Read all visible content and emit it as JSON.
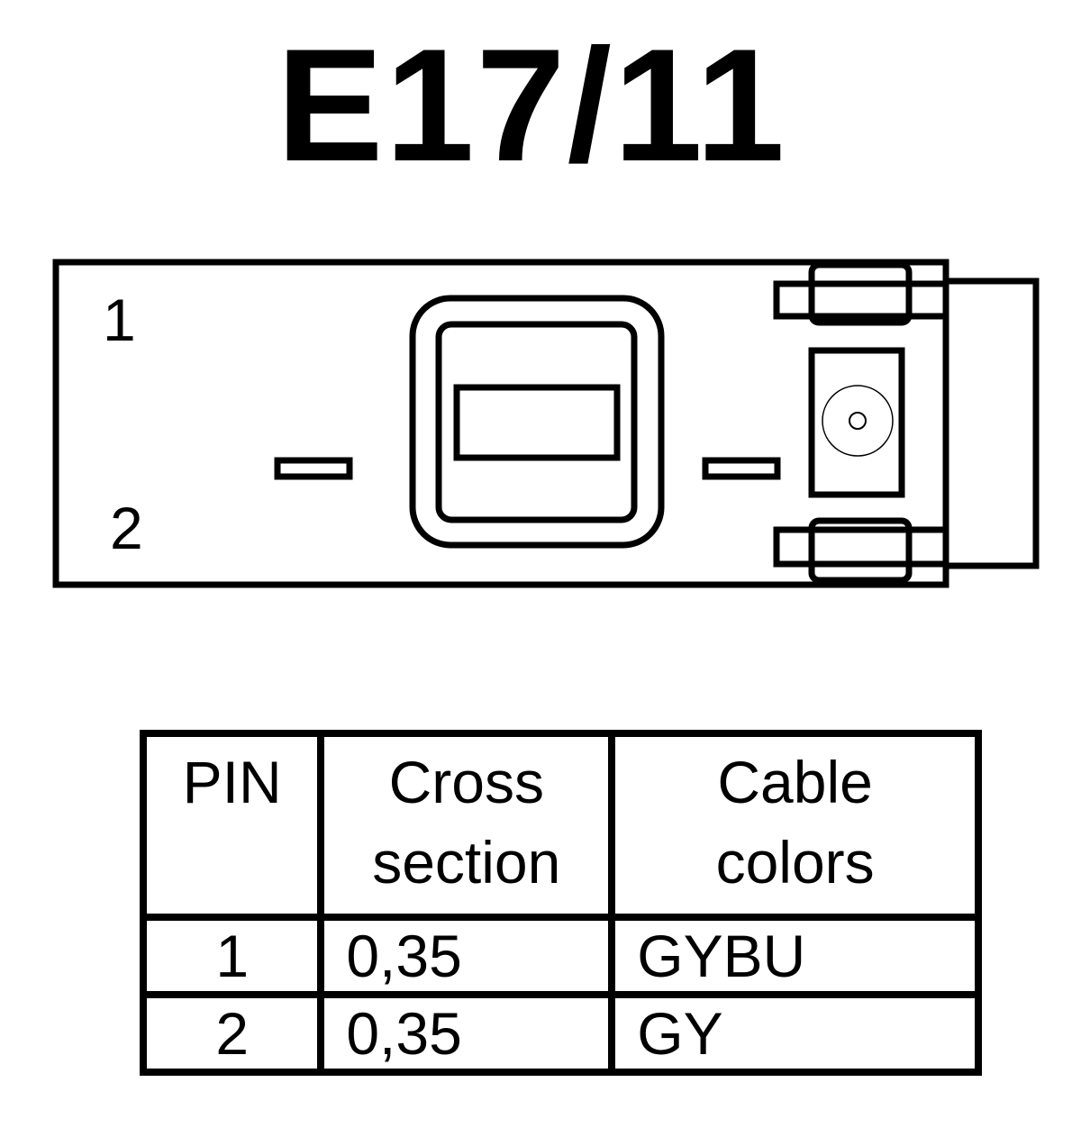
{
  "title": "E17/11",
  "connector": {
    "pin_labels": [
      "1",
      "2"
    ]
  },
  "table": {
    "headers": {
      "pin": [
        "PIN"
      ],
      "cross_section": [
        "Cross",
        "section"
      ],
      "cable_colors": [
        "Cable",
        "colors"
      ]
    },
    "rows": [
      {
        "pin": "1",
        "cross_section": "0,35",
        "cable_color": "GYBU"
      },
      {
        "pin": "2",
        "cross_section": "0,35",
        "cable_color": "GY"
      }
    ]
  }
}
